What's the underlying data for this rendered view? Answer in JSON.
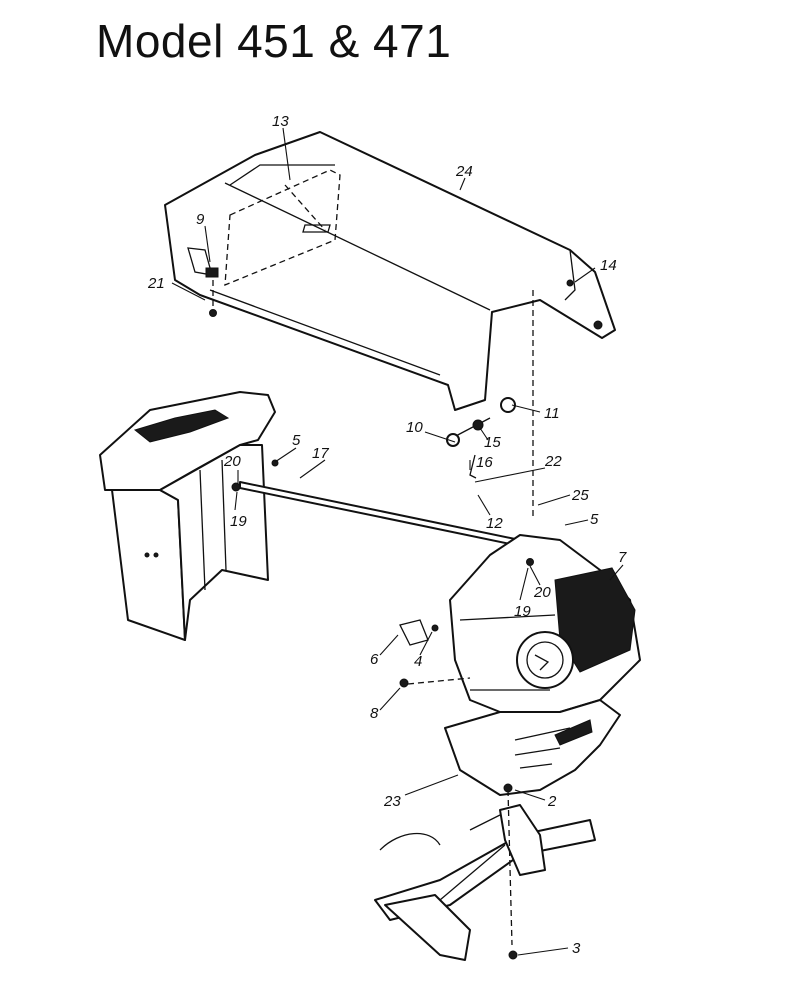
{
  "title": "Model 451 & 471",
  "callouts": {
    "c13": "13",
    "c24": "24",
    "c9": "9",
    "c14": "14",
    "c21": "21",
    "c11": "11",
    "c10": "10",
    "c15": "15",
    "c16": "16",
    "c5a": "5",
    "c17": "17",
    "c20a": "20",
    "c22": "22",
    "c25": "25",
    "c19a": "19",
    "c12": "12",
    "c5b": "5",
    "c7": "7",
    "c20b": "20",
    "c19b": "19",
    "c6": "6",
    "c4": "4",
    "c8": "8",
    "c23": "23",
    "c2": "2",
    "c3": "3"
  }
}
